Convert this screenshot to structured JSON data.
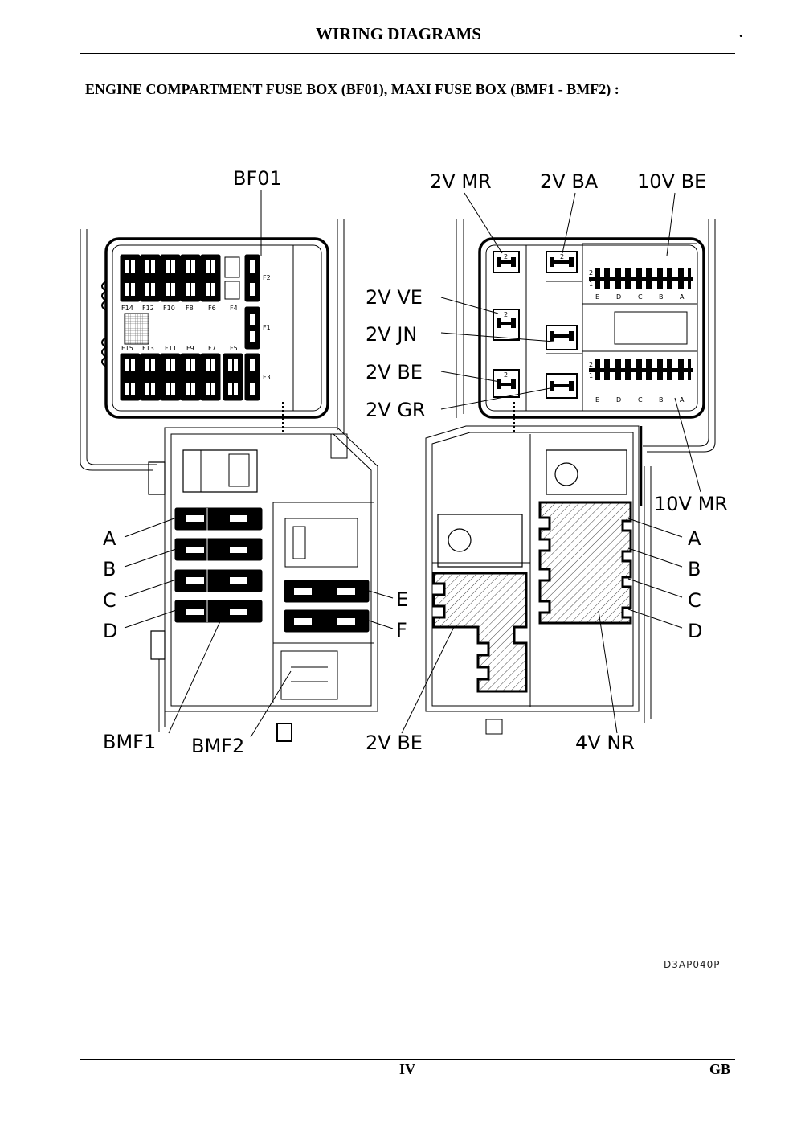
{
  "header": {
    "title": "WIRING DIAGRAMS",
    "dot": "."
  },
  "section_title": "ENGINE COMPARTMENT FUSE BOX (BF01), MAXI FUSE BOX (BMF1 - BMF2) :",
  "diagram": {
    "labels": {
      "bf01": "BF01",
      "v2_mr": "2V MR",
      "v2_ba": "2V BA",
      "v10_be": "10V BE",
      "v2_ve": "2V VE",
      "v2_jn": "2V JN",
      "v2_be_top": "2V BE",
      "v2_gr": "2V GR",
      "v10_mr": "10V MR",
      "a_left": "A",
      "b_left": "B",
      "c_left": "C",
      "d_left": "D",
      "e": "E",
      "f": "F",
      "a_right": "A",
      "b_right": "B",
      "c_right": "C",
      "d_right": "D",
      "bmf1": "BMF1",
      "bmf2": "BMF2",
      "v2_be_bottom": "2V BE",
      "v4_nr": "4V NR"
    },
    "fuse_labels_top": [
      "F14",
      "F12",
      "F10",
      "F8",
      "F6",
      "F4"
    ],
    "fuse_labels_bottom": [
      "F15",
      "F13",
      "F11",
      "F9",
      "F7",
      "F5"
    ],
    "fuse_labels_side": [
      "F2",
      "F1",
      "F3"
    ],
    "connector_letters_top": [
      "E",
      "D",
      "C",
      "B",
      "A"
    ],
    "connector_letters_bottom": [
      "E",
      "D",
      "C",
      "B",
      "A"
    ],
    "pin_marks": [
      "2",
      "1"
    ]
  },
  "reference_code": "D3AP040P",
  "footer": {
    "page": "IV",
    "lang": "GB"
  }
}
